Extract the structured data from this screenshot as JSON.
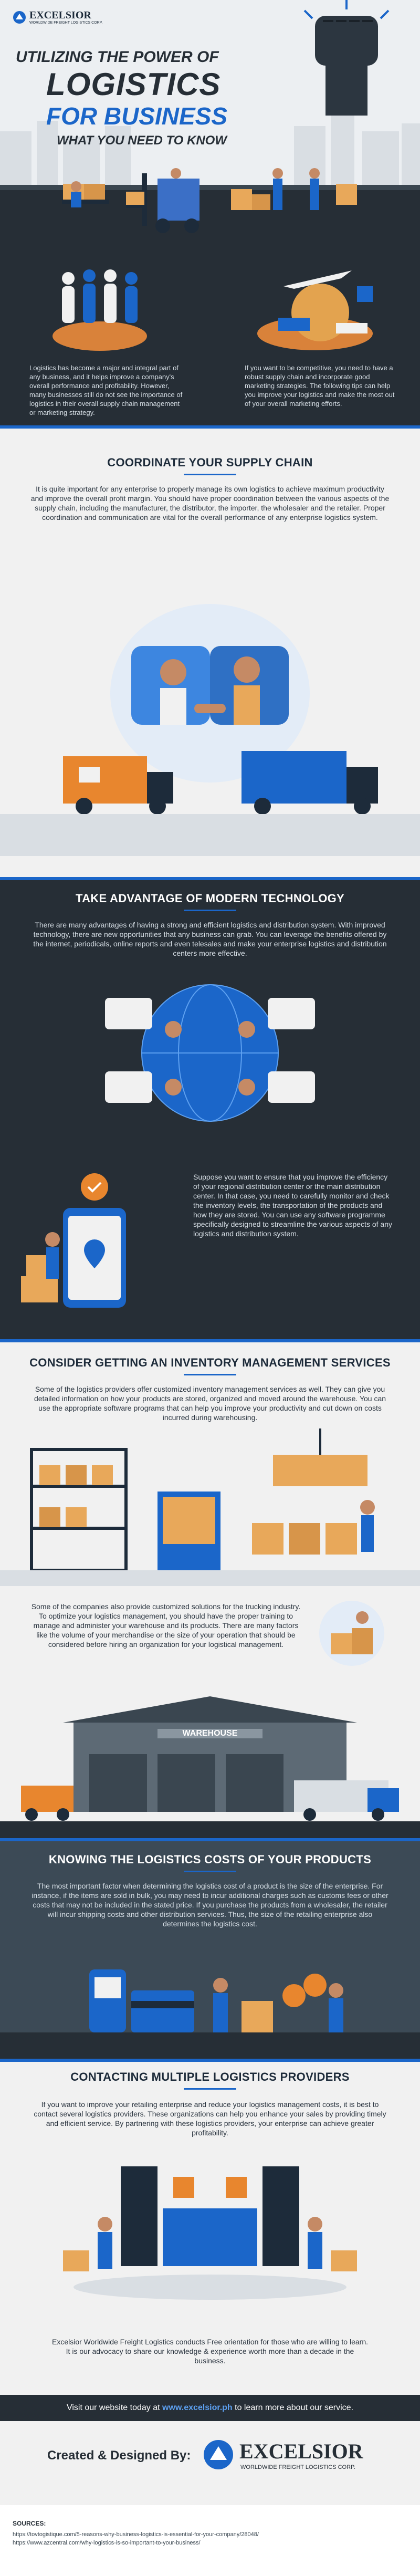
{
  "brand": {
    "name": "EXCELSIOR",
    "tagline": "WORLDWIDE FREIGHT LOGISTICS CORP."
  },
  "hero": {
    "title_line1": "UTILIZING THE POWER OF",
    "title_line2": "LOGISTICS",
    "title_line3": "FOR BUSINESS",
    "subtitle": "WHAT YOU NEED TO KNOW"
  },
  "intro": {
    "left": "Logistics has become a major and integral part of any business, and it helps improve a company's overall performance and profitability. However, many businesses still do not see the importance of logistics in their overall supply chain management or marketing strategy.",
    "right": "If you want to be competitive, you need to have a robust supply chain and incorporate good marketing strategies. The following tips can help you improve your logistics and make the most out of your overall marketing efforts."
  },
  "sections": {
    "s1": {
      "title": "COORDINATE YOUR SUPPLY CHAIN",
      "body": "It is quite important for any enterprise to properly manage its own logistics to achieve maximum productivity and improve the overall profit margin. You should have proper coordination between the various aspects of the supply chain, including the manufacturer, the distributor, the importer, the wholesaler and the retailer. Proper coordination and communication are vital for the overall performance of any enterprise logistics system."
    },
    "s2": {
      "title": "TAKE ADVANTAGE OF MODERN TECHNOLOGY",
      "body": "There are many advantages of having a strong and efficient logistics and distribution system. With improved technology, there are new opportunities that any business can grab. You can leverage the benefits offered by the internet, periodicals, online reports and even telesales and make your enterprise logistics and distribution centers more effective.",
      "body2": "Suppose you want to ensure that you improve the efficiency of your regional distribution center or the main distribution center. In that case, you need to carefully monitor and check the inventory levels, the transportation of the products and how they are stored. You can use any software programme specifically designed to streamline the various aspects of any logistics and distribution system."
    },
    "s3": {
      "title": "CONSIDER GETTING AN INVENTORY MANAGEMENT SERVICES",
      "body": "Some of the logistics providers offer customized inventory management services as well. They can give you detailed information on how your products are stored, organized and moved around the warehouse. You can use the appropriate software programs that can help you improve your productivity and cut down on costs incurred during warehousing.",
      "body2": "Some of the companies also provide customized solutions for the trucking industry. To optimize your logistics management, you should have the proper training to manage and administer your warehouse and its products. There are many factors like the volume of your merchandise or the size of your operation that should be considered before hiring an organization for your logistical management.",
      "warehouse_label": "WAREHOUSE"
    },
    "s4": {
      "title": "KNOWING THE LOGISTICS COSTS OF YOUR PRODUCTS",
      "body": "The most important factor when determining the logistics cost of a product is the size of the enterprise. For instance, if the items are sold in bulk, you may need to incur additional charges such as customs fees or other costs that may not be included in the stated price. If you purchase the products from a wholesaler, the retailer will incur shipping costs and other distribution services. Thus, the size of the retailing enterprise also determines the logistics cost."
    },
    "s5": {
      "title": "CONTACTING MULTIPLE LOGISTICS PROVIDERS",
      "body": "If you want to improve your retailing enterprise and reduce your logistics management costs, it is best to contact several logistics providers. These organizations can help you enhance your sales by providing timely and efficient service. By partnering with these logistics providers, your enterprise can achieve greater profitability."
    }
  },
  "closing": "Excelsior Worldwide Freight Logistics conducts Free orientation for those who are willing to learn. It is our advocacy to share our knowledge & experience worth more than a decade in the business.",
  "visit": {
    "pre": "Visit our website today at ",
    "url": "www.excelsior.ph",
    "post": " to learn more about our service."
  },
  "footer": {
    "credit": "Created & Designed By:",
    "sources_label": "SOURCES:",
    "source1": "https://tovtogistique.com/5-reasons-why-business-logistics-is-essential-for-your-company/28048/",
    "source2": "https://www.azcentral.com/why-logistics-is-so-important-to-your-business/"
  },
  "colors": {
    "navy": "#262e36",
    "accent_blue": "#1b66c9",
    "orange": "#e8862e",
    "light": "#f1f1f1"
  }
}
